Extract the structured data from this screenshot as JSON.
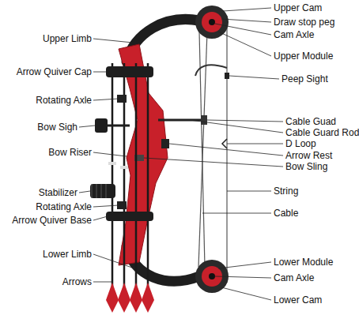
{
  "diagram": {
    "labels": [
      "Upper Limb",
      "Upper Cam",
      "Draw stop peg",
      "Cam Axle",
      "Upper Module",
      "Arrow Quiver Cap",
      "Peep Sight",
      "Rotating Axle",
      "Bow Sigh",
      "Cable Guad",
      "Cable Guard Rod",
      "D Loop",
      "Bow Riser",
      "Arrow Rest",
      "Bow Sling",
      "Stabilizer",
      "String",
      "Rotating Axle",
      "Arrow Quiver Base",
      "Cable",
      "Lower Limb",
      "Lower Module",
      "Cam Axle",
      "Arrows",
      "Lower Cam"
    ]
  }
}
